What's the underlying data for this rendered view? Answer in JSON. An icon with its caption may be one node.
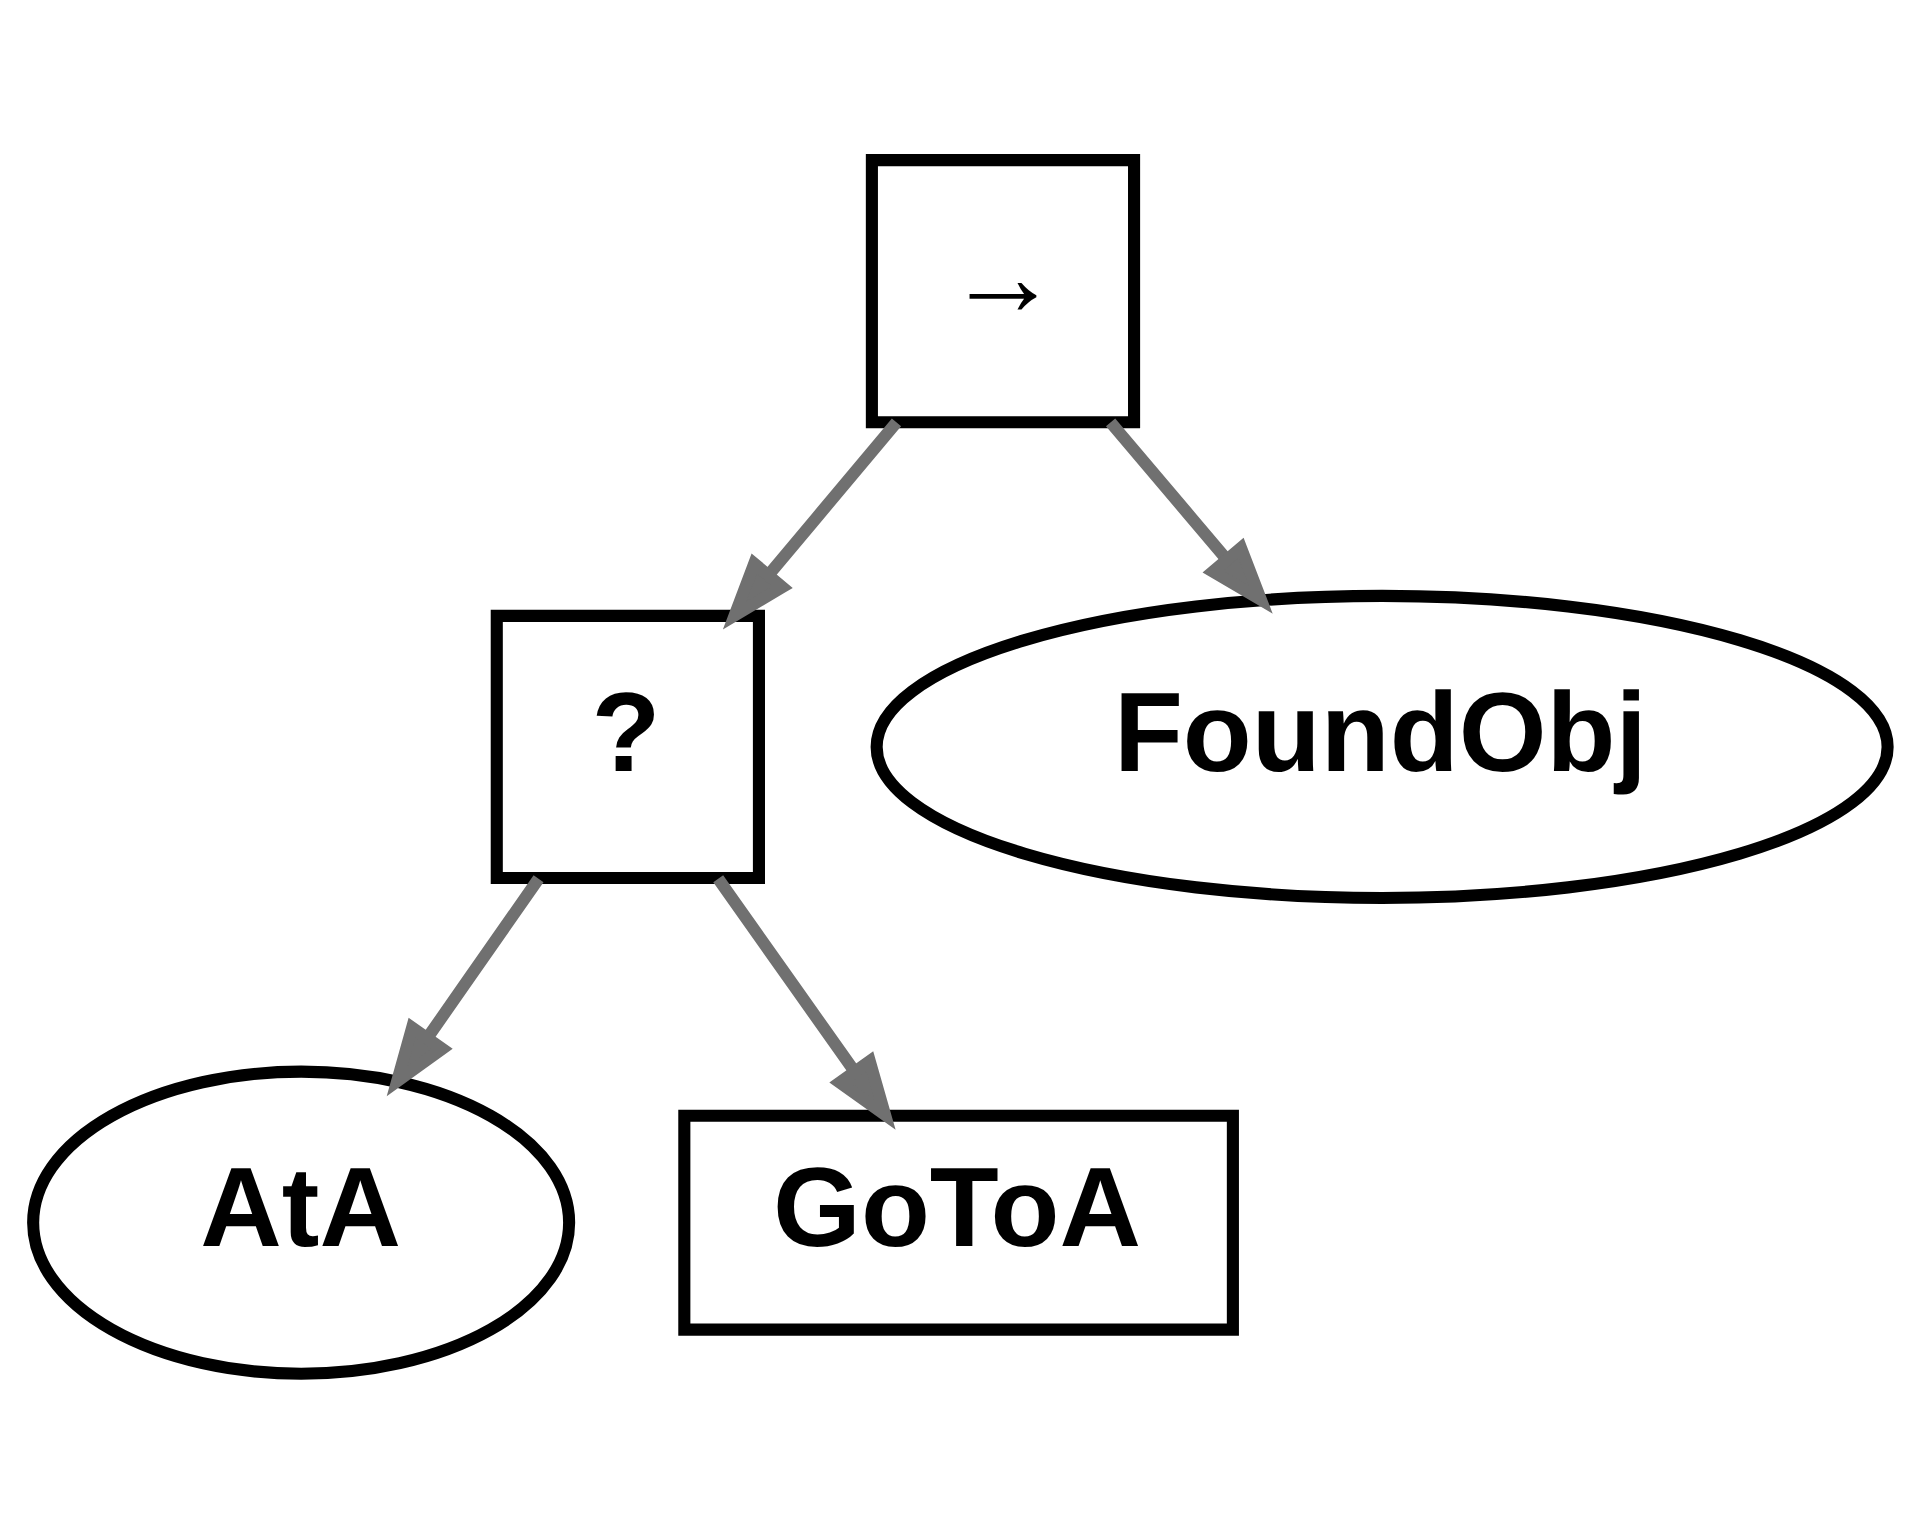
{
  "diagram": {
    "nodes": [
      {
        "text": [
          "→"
        ]
      },
      {
        "text": [
          "?"
        ]
      },
      {
        "text": [
          "FoundObj"
        ]
      },
      {
        "text": [
          "AtA"
        ]
      },
      {
        "text": [
          "GoToA"
        ]
      }
    ],
    "edges": [
      {
        "from": 0,
        "to": 1,
        "arrow": "to"
      },
      {
        "from": 0,
        "to": 2,
        "arrow": "to"
      },
      {
        "from": 1,
        "to": 3,
        "arrow": "to"
      },
      {
        "from": 1,
        "to": 4,
        "arrow": "to"
      }
    ]
  }
}
